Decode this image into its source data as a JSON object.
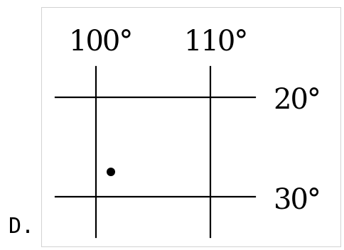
{
  "option": {
    "label": "D."
  },
  "grid": {
    "longitudes": [
      {
        "label": "100°",
        "value": 100
      },
      {
        "label": "110°",
        "value": 110
      }
    ],
    "latitudes": [
      {
        "label": "20°",
        "value": 20
      },
      {
        "label": "30°",
        "value": 30
      }
    ]
  },
  "marker": {
    "type": "dot"
  }
}
